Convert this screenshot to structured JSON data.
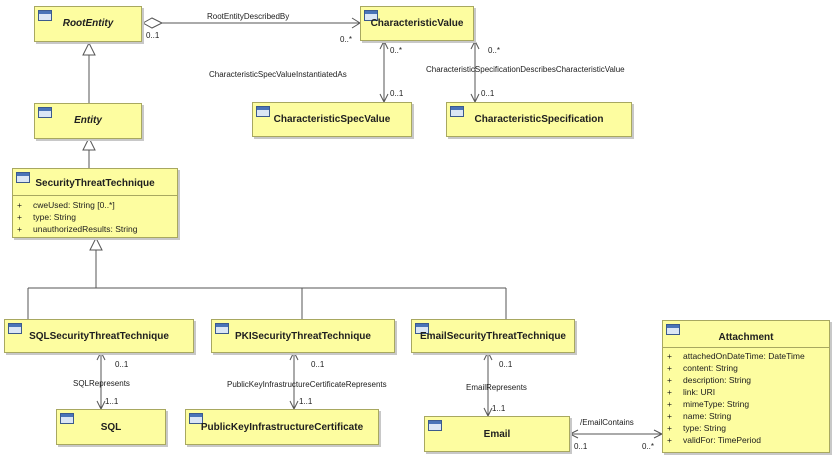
{
  "classes": {
    "root_entity": {
      "name": "RootEntity"
    },
    "entity": {
      "name": "Entity"
    },
    "characteristic_value": {
      "name": "CharacteristicValue"
    },
    "characteristic_spec_value": {
      "name": "CharacteristicSpecValue"
    },
    "characteristic_specification": {
      "name": "CharacteristicSpecification"
    },
    "security_threat_technique": {
      "name": "SecurityThreatTechnique",
      "attributes": [
        {
          "vis": "+",
          "text": "cweUsed: String [0..*]"
        },
        {
          "vis": "+",
          "text": "type: String"
        },
        {
          "vis": "+",
          "text": "unauthorizedResults: String"
        }
      ]
    },
    "sql_threat": {
      "name": "SQLSecurityThreatTechnique"
    },
    "pki_threat": {
      "name": "PKISecurityThreatTechnique"
    },
    "email_threat": {
      "name": "EmailSecurityThreatTechnique"
    },
    "sql": {
      "name": "SQL"
    },
    "pki_cert": {
      "name": "PublicKeyInfrastructureCertificate"
    },
    "email": {
      "name": "Email"
    },
    "attachment": {
      "name": "Attachment",
      "attributes": [
        {
          "vis": "+",
          "text": "attachedOnDateTime: DateTime"
        },
        {
          "vis": "+",
          "text": "content: String"
        },
        {
          "vis": "+",
          "text": "description: String"
        },
        {
          "vis": "+",
          "text": "link: URI"
        },
        {
          "vis": "+",
          "text": "mimeType: String"
        },
        {
          "vis": "+",
          "text": "name: String"
        },
        {
          "vis": "+",
          "text": "type: String"
        },
        {
          "vis": "+",
          "text": "validFor: TimePeriod"
        }
      ]
    }
  },
  "associations": {
    "root_described_by": {
      "name": "RootEntityDescribedBy",
      "source_mult": "0..1",
      "target_mult": "0..*"
    },
    "spec_value_instantiated": {
      "name": "CharacteristicSpecValueInstantiatedAs",
      "source_mult": "0..*",
      "target_mult": "0..1"
    },
    "spec_describes_value": {
      "name": "CharacteristicSpecificationDescribesCharacteristicValue",
      "source_mult": "0..*",
      "target_mult": "0..1"
    },
    "sql_represents": {
      "name": "SQLRepresents",
      "source_mult": "0..1",
      "target_mult": "1..1"
    },
    "pki_represents": {
      "name": "PublicKeyInfrastructureCertificateRepresents",
      "source_mult": "0..1",
      "target_mult": "1..1"
    },
    "email_represents": {
      "name": "EmailRepresents",
      "source_mult": "0..1",
      "target_mult": "1..1"
    },
    "email_contains": {
      "name": "/EmailContains",
      "source_mult": "0..1",
      "target_mult": "0..*"
    }
  }
}
